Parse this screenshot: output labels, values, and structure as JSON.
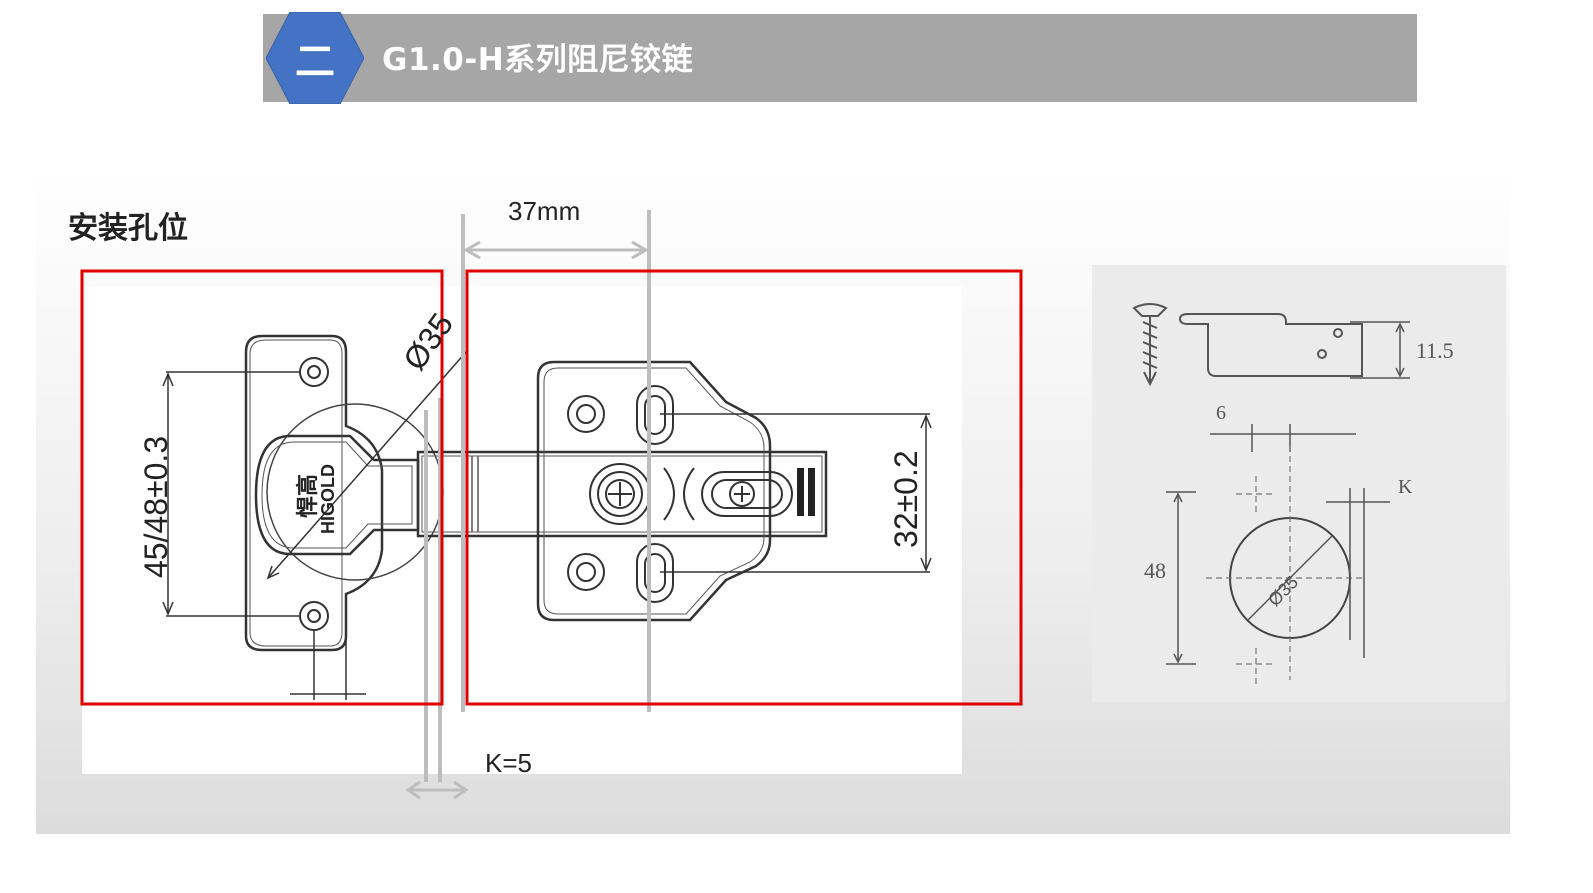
{
  "header": {
    "badge_text": "二",
    "title": "G1.0-H系列阻尼铰链",
    "badge_color": "#4472c4",
    "bar_color": "#a6a6a6"
  },
  "section": {
    "label": "安装孔位"
  },
  "main_drawing": {
    "dim_37": "37mm",
    "dim_k": "K=5",
    "dim_diameter": "Ø35",
    "dim_vertical_left": "45/48±0.3",
    "dim_vertical_right": "32±0.2",
    "logo_cn": "悍高",
    "logo_en": "HIGOLD",
    "highlight_color": "#e00000"
  },
  "detail_drawing": {
    "dim_depth": "11.5",
    "dim_6": "6",
    "dim_k": "K",
    "dim_48": "48",
    "dim_diameter": "Ø35"
  }
}
